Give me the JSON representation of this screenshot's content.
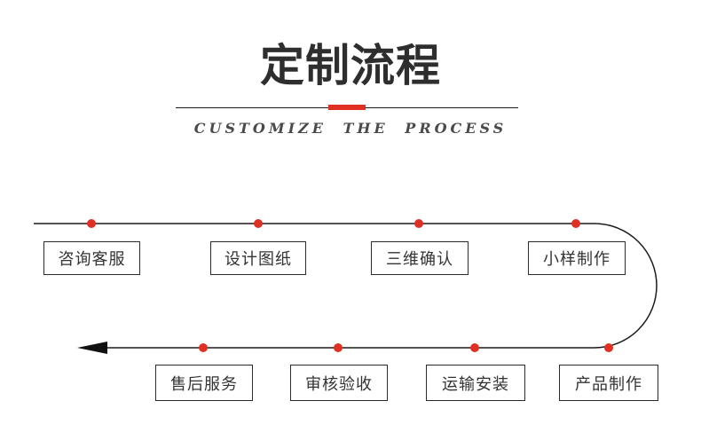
{
  "header": {
    "title": "定制流程",
    "subtitle": "CUSTOMIZE THE PROCESS"
  },
  "flow": {
    "top_steps": [
      {
        "label": "咨询客服"
      },
      {
        "label": "设计图纸"
      },
      {
        "label": "三维确认"
      },
      {
        "label": "小样制作"
      }
    ],
    "bottom_steps": [
      {
        "label": "售后服务"
      },
      {
        "label": "审核验收"
      },
      {
        "label": "运输安装"
      },
      {
        "label": "产品制作"
      }
    ]
  },
  "colors": {
    "accent_red": "#e03023",
    "line_black": "#1a1a1a",
    "text_dark": "#333333"
  }
}
